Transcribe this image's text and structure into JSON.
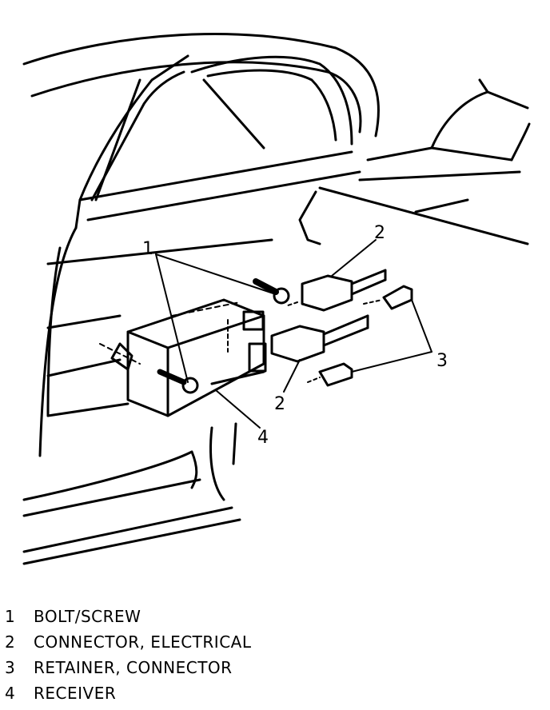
{
  "diagram": {
    "callouts": [
      {
        "id": "1",
        "label": "1"
      },
      {
        "id": "2a",
        "label": "2"
      },
      {
        "id": "2b",
        "label": "2"
      },
      {
        "id": "3",
        "label": "3"
      },
      {
        "id": "4",
        "label": "4"
      }
    ]
  },
  "legend": {
    "items": [
      {
        "number": "1",
        "text": "BOLT/SCREW"
      },
      {
        "number": "2",
        "text": "CONNECTOR, ELECTRICAL"
      },
      {
        "number": "3",
        "text": "RETAINER, CONNECTOR"
      },
      {
        "number": "4",
        "text": "RECEIVER"
      }
    ]
  }
}
